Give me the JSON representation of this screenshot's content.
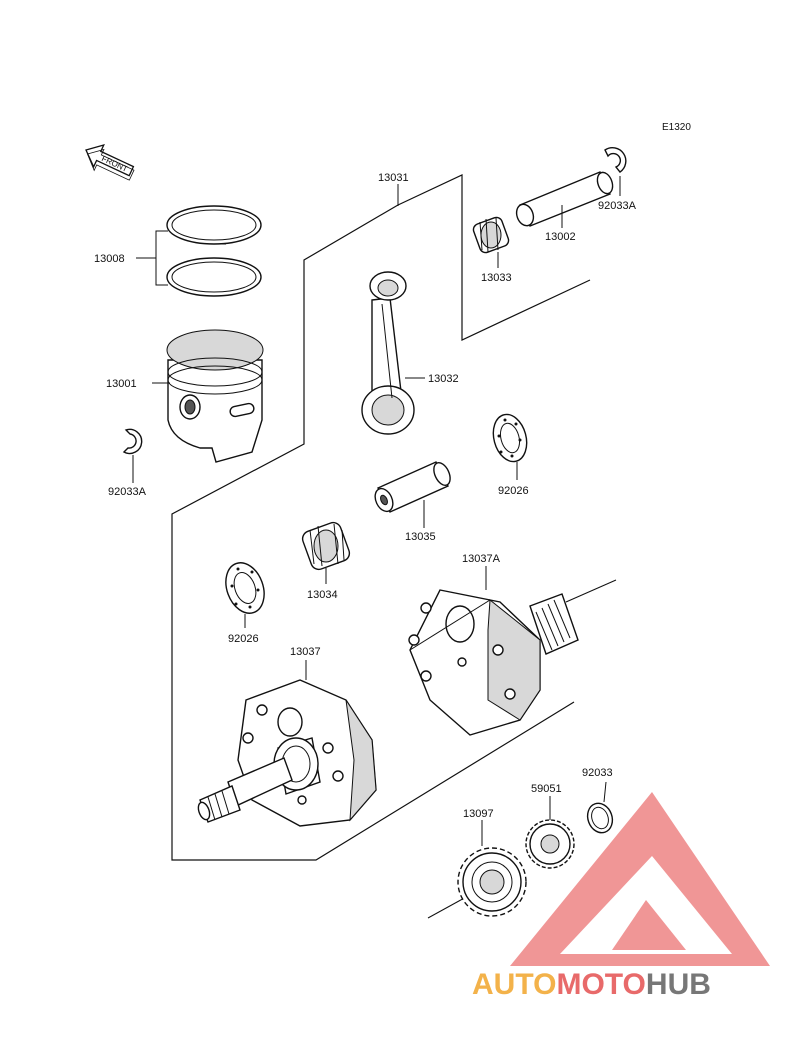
{
  "diagram_ref": "E1320",
  "front_label": "FRONT",
  "parts": {
    "p13031": "13031",
    "p13008": "13008",
    "p13001": "13001",
    "p92033a_left": "92033A",
    "p13032": "13032",
    "p13033": "13033",
    "p13002": "13002",
    "p92033a_right": "92033A",
    "p92026_right": "92026",
    "p13035": "13035",
    "p13034": "13034",
    "p92026_left": "92026",
    "p13037a": "13037A",
    "p13037": "13037",
    "p92033": "92033",
    "p59051": "59051",
    "p13097": "13097"
  },
  "watermark": {
    "part1": "AUTO",
    "part2": "MOTO",
    "part3": "HUB",
    "colors": {
      "auto": "#f3b24a",
      "moto": "#e86a6a",
      "hub": "#777777",
      "triangle": "#e85a5a"
    }
  }
}
